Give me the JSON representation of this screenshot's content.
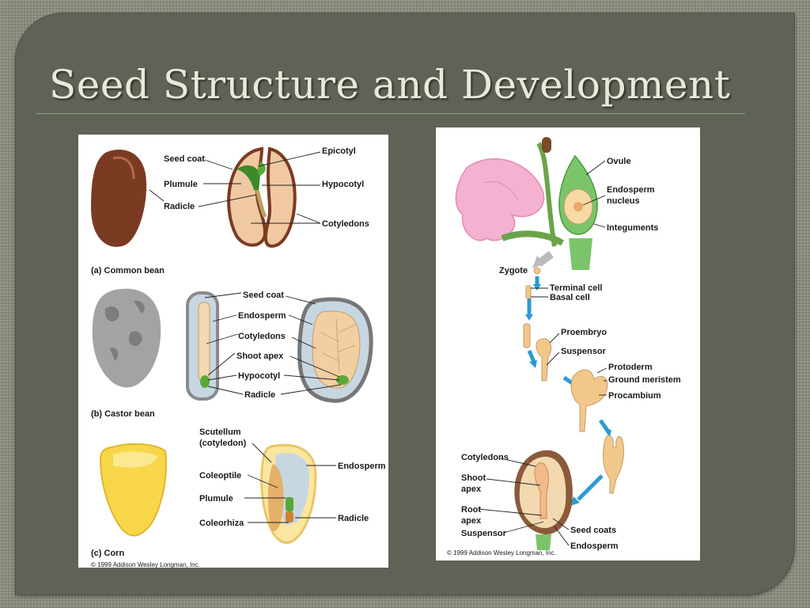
{
  "slide": {
    "title": "Seed Structure and Development"
  },
  "left_figure": {
    "bean": {
      "caption": "(a) Common bean",
      "labels": {
        "seed_coat": "Seed coat",
        "plumule": "Plumule",
        "radicle": "Radicle",
        "epicotyl": "Epicotyl",
        "hypocotyl": "Hypocotyl",
        "cotyledons": "Cotyledons"
      }
    },
    "castor": {
      "caption": "(b) Castor bean",
      "labels": {
        "seed_coat": "Seed coat",
        "endosperm": "Endosperm",
        "cotyledons": "Cotyledons",
        "shoot_apex": "Shoot apex",
        "hypocotyl": "Hypocotyl",
        "radicle": "Radicle"
      }
    },
    "corn": {
      "caption": "(c) Corn",
      "labels": {
        "scutellum_1": "Scutellum",
        "scutellum_2": "(cotyledon)",
        "coleoptile": "Coleoptile",
        "plumule": "Plumule",
        "coleorhiza": "Coleorhiza",
        "endosperm": "Endosperm",
        "radicle": "Radicle"
      }
    },
    "copyright": "© 1999 Addison Wesley Longman, Inc."
  },
  "right_figure": {
    "labels": {
      "ovule": "Ovule",
      "endosperm_1": "Endosperm",
      "endosperm_2": "nucleus",
      "integuments": "Integuments",
      "zygote": "Zygote",
      "terminal_cell": "Terminal cell",
      "basal_cell": "Basal cell",
      "proembryo": "Proembryo",
      "suspensor_top": "Suspensor",
      "protoderm": "Protoderm",
      "ground_meristem": "Ground meristem",
      "procambium": "Procambium",
      "cotyledons": "Cotyledons",
      "shoot_1": "Shoot",
      "shoot_2": "apex",
      "root_1": "Root",
      "root_2": "apex",
      "suspensor_bottom": "Suspensor",
      "seed_coats": "Seed coats",
      "endosperm_bottom": "Endosperm"
    },
    "copyright": "© 1999 Addison Wesley Longman, Inc."
  }
}
